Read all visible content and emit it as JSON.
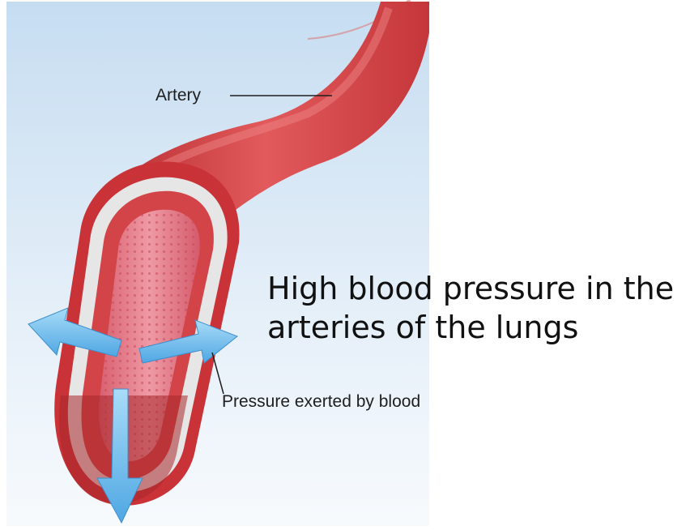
{
  "diagram": {
    "callouts": {
      "artery": "Artery",
      "pressure": "Pressure exerted by blood"
    },
    "caption": {
      "line1": "High blood pressure in the",
      "line2": "arteries of the lungs"
    }
  },
  "colors": {
    "background_top": "#cfe3f3",
    "background_bottom": "#f4f8fc",
    "artery_wall": "#cf3b3e",
    "artery_highlight": "#e86a6a",
    "tissue_layer": "#ececec",
    "lumen": "#e0727f",
    "arrow": "#7ec3ef"
  }
}
